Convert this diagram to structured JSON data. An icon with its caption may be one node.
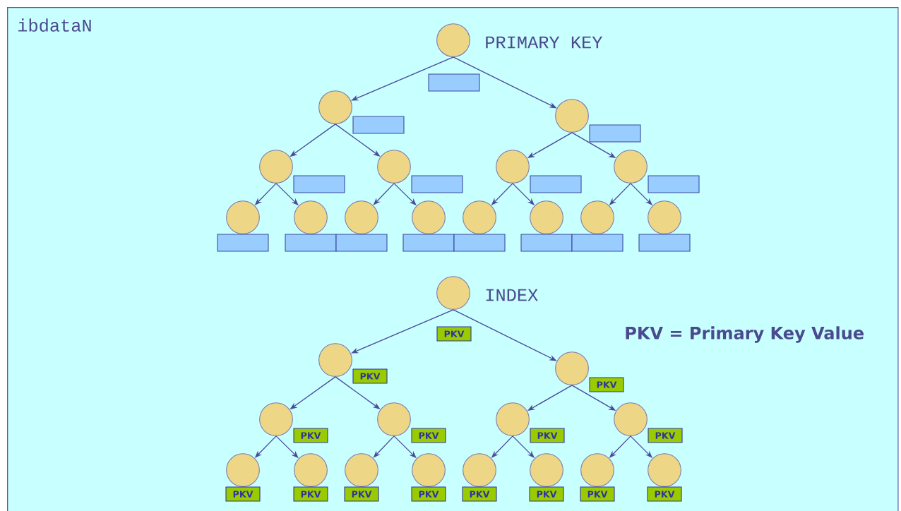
{
  "diagram": {
    "nodes": [
      {
        "text": [
          "ibdataN"
        ]
      },
      {
        "text": [],
        "shape": "circle",
        "in": 0,
        "beside": [
          "PRIMARY KEY"
        ]
      },
      {
        "text": [],
        "shape": "circle",
        "in": 0
      },
      {
        "text": [],
        "shape": "circle",
        "in": 0
      },
      {
        "text": [],
        "shape": "circle",
        "in": 0
      },
      {
        "text": [],
        "shape": "circle",
        "in": 0
      },
      {
        "text": [],
        "shape": "circle",
        "in": 0
      },
      {
        "text": [],
        "shape": "circle",
        "in": 0
      },
      {
        "text": [],
        "shape": "circle",
        "in": 0
      },
      {
        "text": [],
        "shape": "circle",
        "in": 0
      },
      {
        "text": [],
        "shape": "circle",
        "in": 0
      },
      {
        "text": [],
        "shape": "circle",
        "in": 0
      },
      {
        "text": [],
        "shape": "circle",
        "in": 0
      },
      {
        "text": [],
        "shape": "circle",
        "in": 0
      },
      {
        "text": [],
        "shape": "circle",
        "in": 0
      },
      {
        "text": [],
        "shape": "circle",
        "in": 0
      },
      {
        "text": [],
        "shape": "box",
        "in": 0
      },
      {
        "text": [],
        "shape": "box",
        "in": 0
      },
      {
        "text": [],
        "shape": "box",
        "in": 0
      },
      {
        "text": [],
        "shape": "box",
        "in": 0
      },
      {
        "text": [],
        "shape": "box",
        "in": 0
      },
      {
        "text": [],
        "shape": "box",
        "in": 0
      },
      {
        "text": [],
        "shape": "box",
        "in": 0
      },
      {
        "text": [],
        "shape": "box",
        "in": 0
      },
      {
        "text": [],
        "shape": "box",
        "in": 0
      },
      {
        "text": [],
        "shape": "box",
        "in": 0
      },
      {
        "text": [],
        "shape": "box",
        "in": 0
      },
      {
        "text": [],
        "shape": "box",
        "in": 0
      },
      {
        "text": [],
        "shape": "box",
        "in": 0
      },
      {
        "text": [],
        "shape": "box",
        "in": 0
      },
      {
        "text": [],
        "shape": "box",
        "in": 0
      },
      {
        "text": [],
        "shape": "circle",
        "in": 0,
        "beside": [
          "INDEX"
        ]
      },
      {
        "text": [],
        "shape": "circle",
        "in": 0
      },
      {
        "text": [],
        "shape": "circle",
        "in": 0
      },
      {
        "text": [],
        "shape": "circle",
        "in": 0
      },
      {
        "text": [],
        "shape": "circle",
        "in": 0
      },
      {
        "text": [],
        "shape": "circle",
        "in": 0
      },
      {
        "text": [],
        "shape": "circle",
        "in": 0
      },
      {
        "text": [],
        "shape": "circle",
        "in": 0
      },
      {
        "text": [],
        "shape": "circle",
        "in": 0
      },
      {
        "text": [],
        "shape": "circle",
        "in": 0
      },
      {
        "text": [],
        "shape": "circle",
        "in": 0
      },
      {
        "text": [],
        "shape": "circle",
        "in": 0
      },
      {
        "text": [],
        "shape": "circle",
        "in": 0
      },
      {
        "text": [],
        "shape": "circle",
        "in": 0
      },
      {
        "text": [],
        "shape": "circle",
        "in": 0
      },
      {
        "text": [
          "PKV"
        ],
        "in": 0
      },
      {
        "text": [
          "PKV"
        ],
        "in": 0
      },
      {
        "text": [
          "PKV"
        ],
        "in": 0
      },
      {
        "text": [
          "PKV"
        ],
        "in": 0
      },
      {
        "text": [
          "PKV"
        ],
        "in": 0
      },
      {
        "text": [
          "PKV"
        ],
        "in": 0
      },
      {
        "text": [
          "PKV"
        ],
        "in": 0
      },
      {
        "text": [
          "PKV"
        ],
        "in": 0
      },
      {
        "text": [
          "PKV"
        ],
        "in": 0
      },
      {
        "text": [
          "PKV"
        ],
        "in": 0
      },
      {
        "text": [
          "PKV"
        ],
        "in": 0
      },
      {
        "text": [
          "PKV"
        ],
        "in": 0
      },
      {
        "text": [
          "PKV"
        ],
        "in": 0
      },
      {
        "text": [
          "PKV"
        ],
        "in": 0
      },
      {
        "text": [
          "PKV"
        ],
        "in": 0
      }
    ],
    "edges": [
      {
        "from": 1,
        "to": 2,
        "arrow": "to"
      },
      {
        "from": 1,
        "to": 3,
        "arrow": "to"
      },
      {
        "from": 2,
        "to": 4,
        "arrow": "to"
      },
      {
        "from": 2,
        "to": 5,
        "arrow": "to"
      },
      {
        "from": 3,
        "to": 6,
        "arrow": "to"
      },
      {
        "from": 3,
        "to": 7,
        "arrow": "to"
      },
      {
        "from": 4,
        "to": 8,
        "arrow": "to"
      },
      {
        "from": 4,
        "to": 9,
        "arrow": "to"
      },
      {
        "from": 5,
        "to": 10,
        "arrow": "to"
      },
      {
        "from": 5,
        "to": 11,
        "arrow": "to"
      },
      {
        "from": 6,
        "to": 12,
        "arrow": "to"
      },
      {
        "from": 6,
        "to": 13,
        "arrow": "to"
      },
      {
        "from": 7,
        "to": 14,
        "arrow": "to"
      },
      {
        "from": 7,
        "to": 15,
        "arrow": "to"
      },
      {
        "from": 31,
        "to": 32,
        "arrow": "to"
      },
      {
        "from": 31,
        "to": 33,
        "arrow": "to"
      },
      {
        "from": 32,
        "to": 34,
        "arrow": "to"
      },
      {
        "from": 32,
        "to": 35,
        "arrow": "to"
      },
      {
        "from": 33,
        "to": 36,
        "arrow": "to"
      },
      {
        "from": 33,
        "to": 37,
        "arrow": "to"
      },
      {
        "from": 34,
        "to": 38,
        "arrow": "to"
      },
      {
        "from": 34,
        "to": 39,
        "arrow": "to"
      },
      {
        "from": 35,
        "to": 40,
        "arrow": "to"
      },
      {
        "from": 35,
        "to": 41,
        "arrow": "to"
      },
      {
        "from": 36,
        "to": 42,
        "arrow": "to"
      },
      {
        "from": 36,
        "to": 43,
        "arrow": "to"
      },
      {
        "from": 37,
        "to": 44,
        "arrow": "to"
      },
      {
        "from": 37,
        "to": 45,
        "arrow": "to"
      }
    ],
    "labels": [
      "PKV = Primary Key Value"
    ]
  }
}
